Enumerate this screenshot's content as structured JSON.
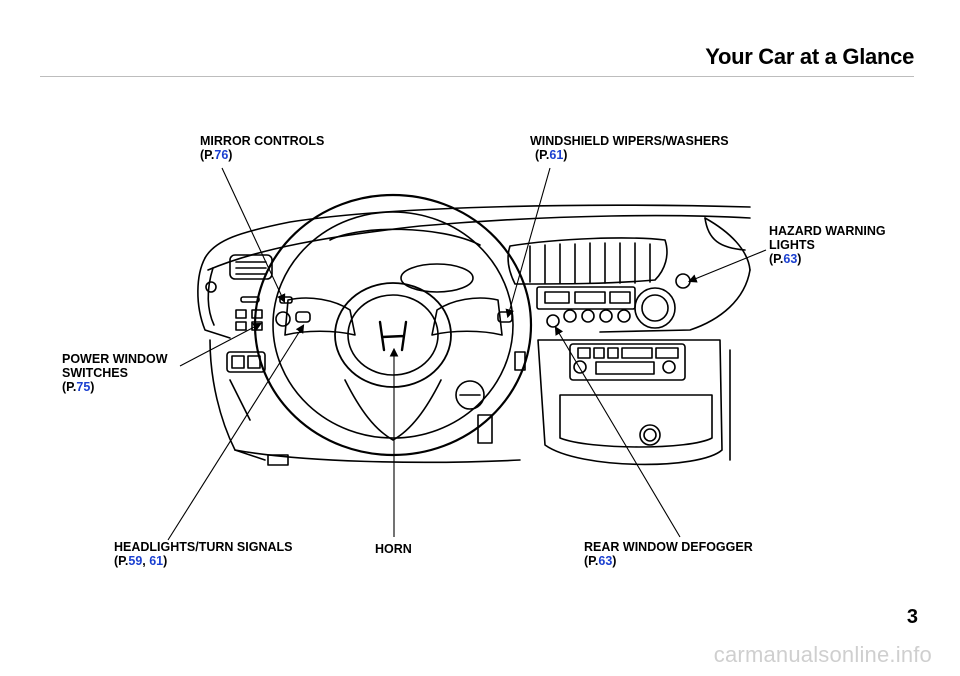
{
  "header": {
    "title": "Your Car at a Glance"
  },
  "labels": {
    "mirror": {
      "line1": "MIRROR CONTROLS",
      "p_open": "(P.",
      "page": "76",
      "p_close": ")"
    },
    "wipers": {
      "line1": "WINDSHIELD WIPERS/WASHERS",
      "p_open": "(P.",
      "page": "61",
      "p_close": ")"
    },
    "hazard": {
      "line1": "HAZARD WARNING",
      "line2": "LIGHTS",
      "p_open": "(P.",
      "page": "63",
      "p_close": ")"
    },
    "power_window": {
      "line1": "POWER WINDOW",
      "line2": "SWITCHES",
      "p_open": "(P.",
      "page": "75",
      "p_close": ")"
    },
    "headlights": {
      "line1": "HEADLIGHTS/TURN SIGNALS",
      "p_open": "(P.",
      "page1": "59",
      "sep": ", ",
      "page2": "61",
      "p_close": ")"
    },
    "horn": {
      "line1": "HORN"
    },
    "defogger": {
      "line1": "REAR WINDOW DEFOGGER",
      "p_open": "(P.",
      "page": "63",
      "p_close": ")"
    }
  },
  "footer": {
    "page_number": "3",
    "watermark": "carmanualsonline.info"
  },
  "colors": {
    "link": "#1a3fd0",
    "rule": "#bdbdbd",
    "watermark": "#cfcfcf"
  }
}
